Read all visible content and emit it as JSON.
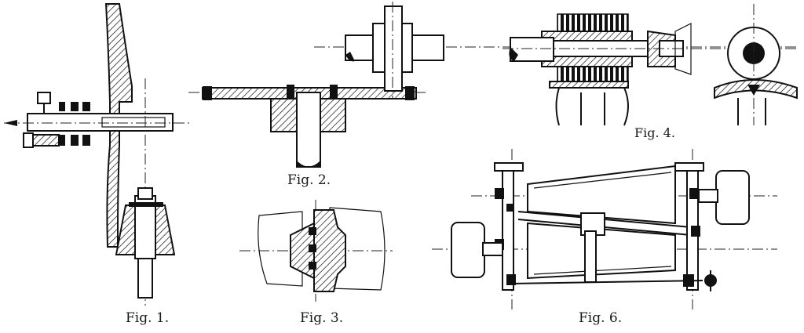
{
  "captions": {
    "fig1": "Fig. 1.",
    "fig2": "Fig. 2.",
    "fig3": "Fig. 3.",
    "fig4": "Fig. 4.",
    "fig6": "Fig. 6."
  },
  "colors": {
    "ink": "#111111",
    "paper": "#ffffff"
  }
}
